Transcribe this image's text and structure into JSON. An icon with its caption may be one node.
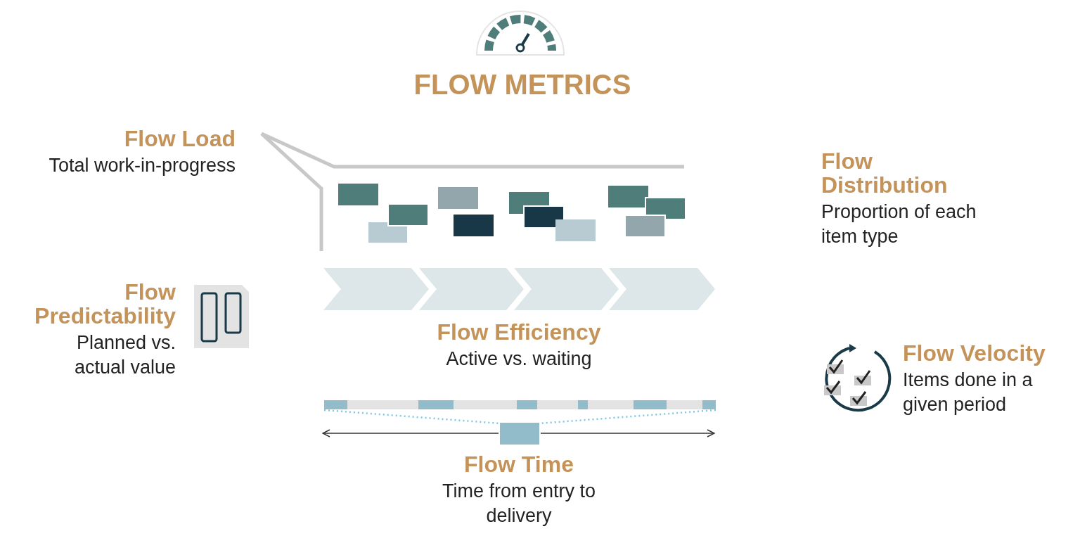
{
  "diagram": {
    "title": "FLOW METRICS",
    "labels": [
      "Flow Load",
      "Total work-in-progress",
      "Flow Distribution",
      "Proportion of each item type",
      "Flow Predictability",
      "Planned vs. actual value",
      "Flow Efficiency",
      "Active vs. waiting",
      "Flow Velocity",
      "Items done in a given period",
      "Flow Time",
      "Time from entry to delivery"
    ]
  }
}
